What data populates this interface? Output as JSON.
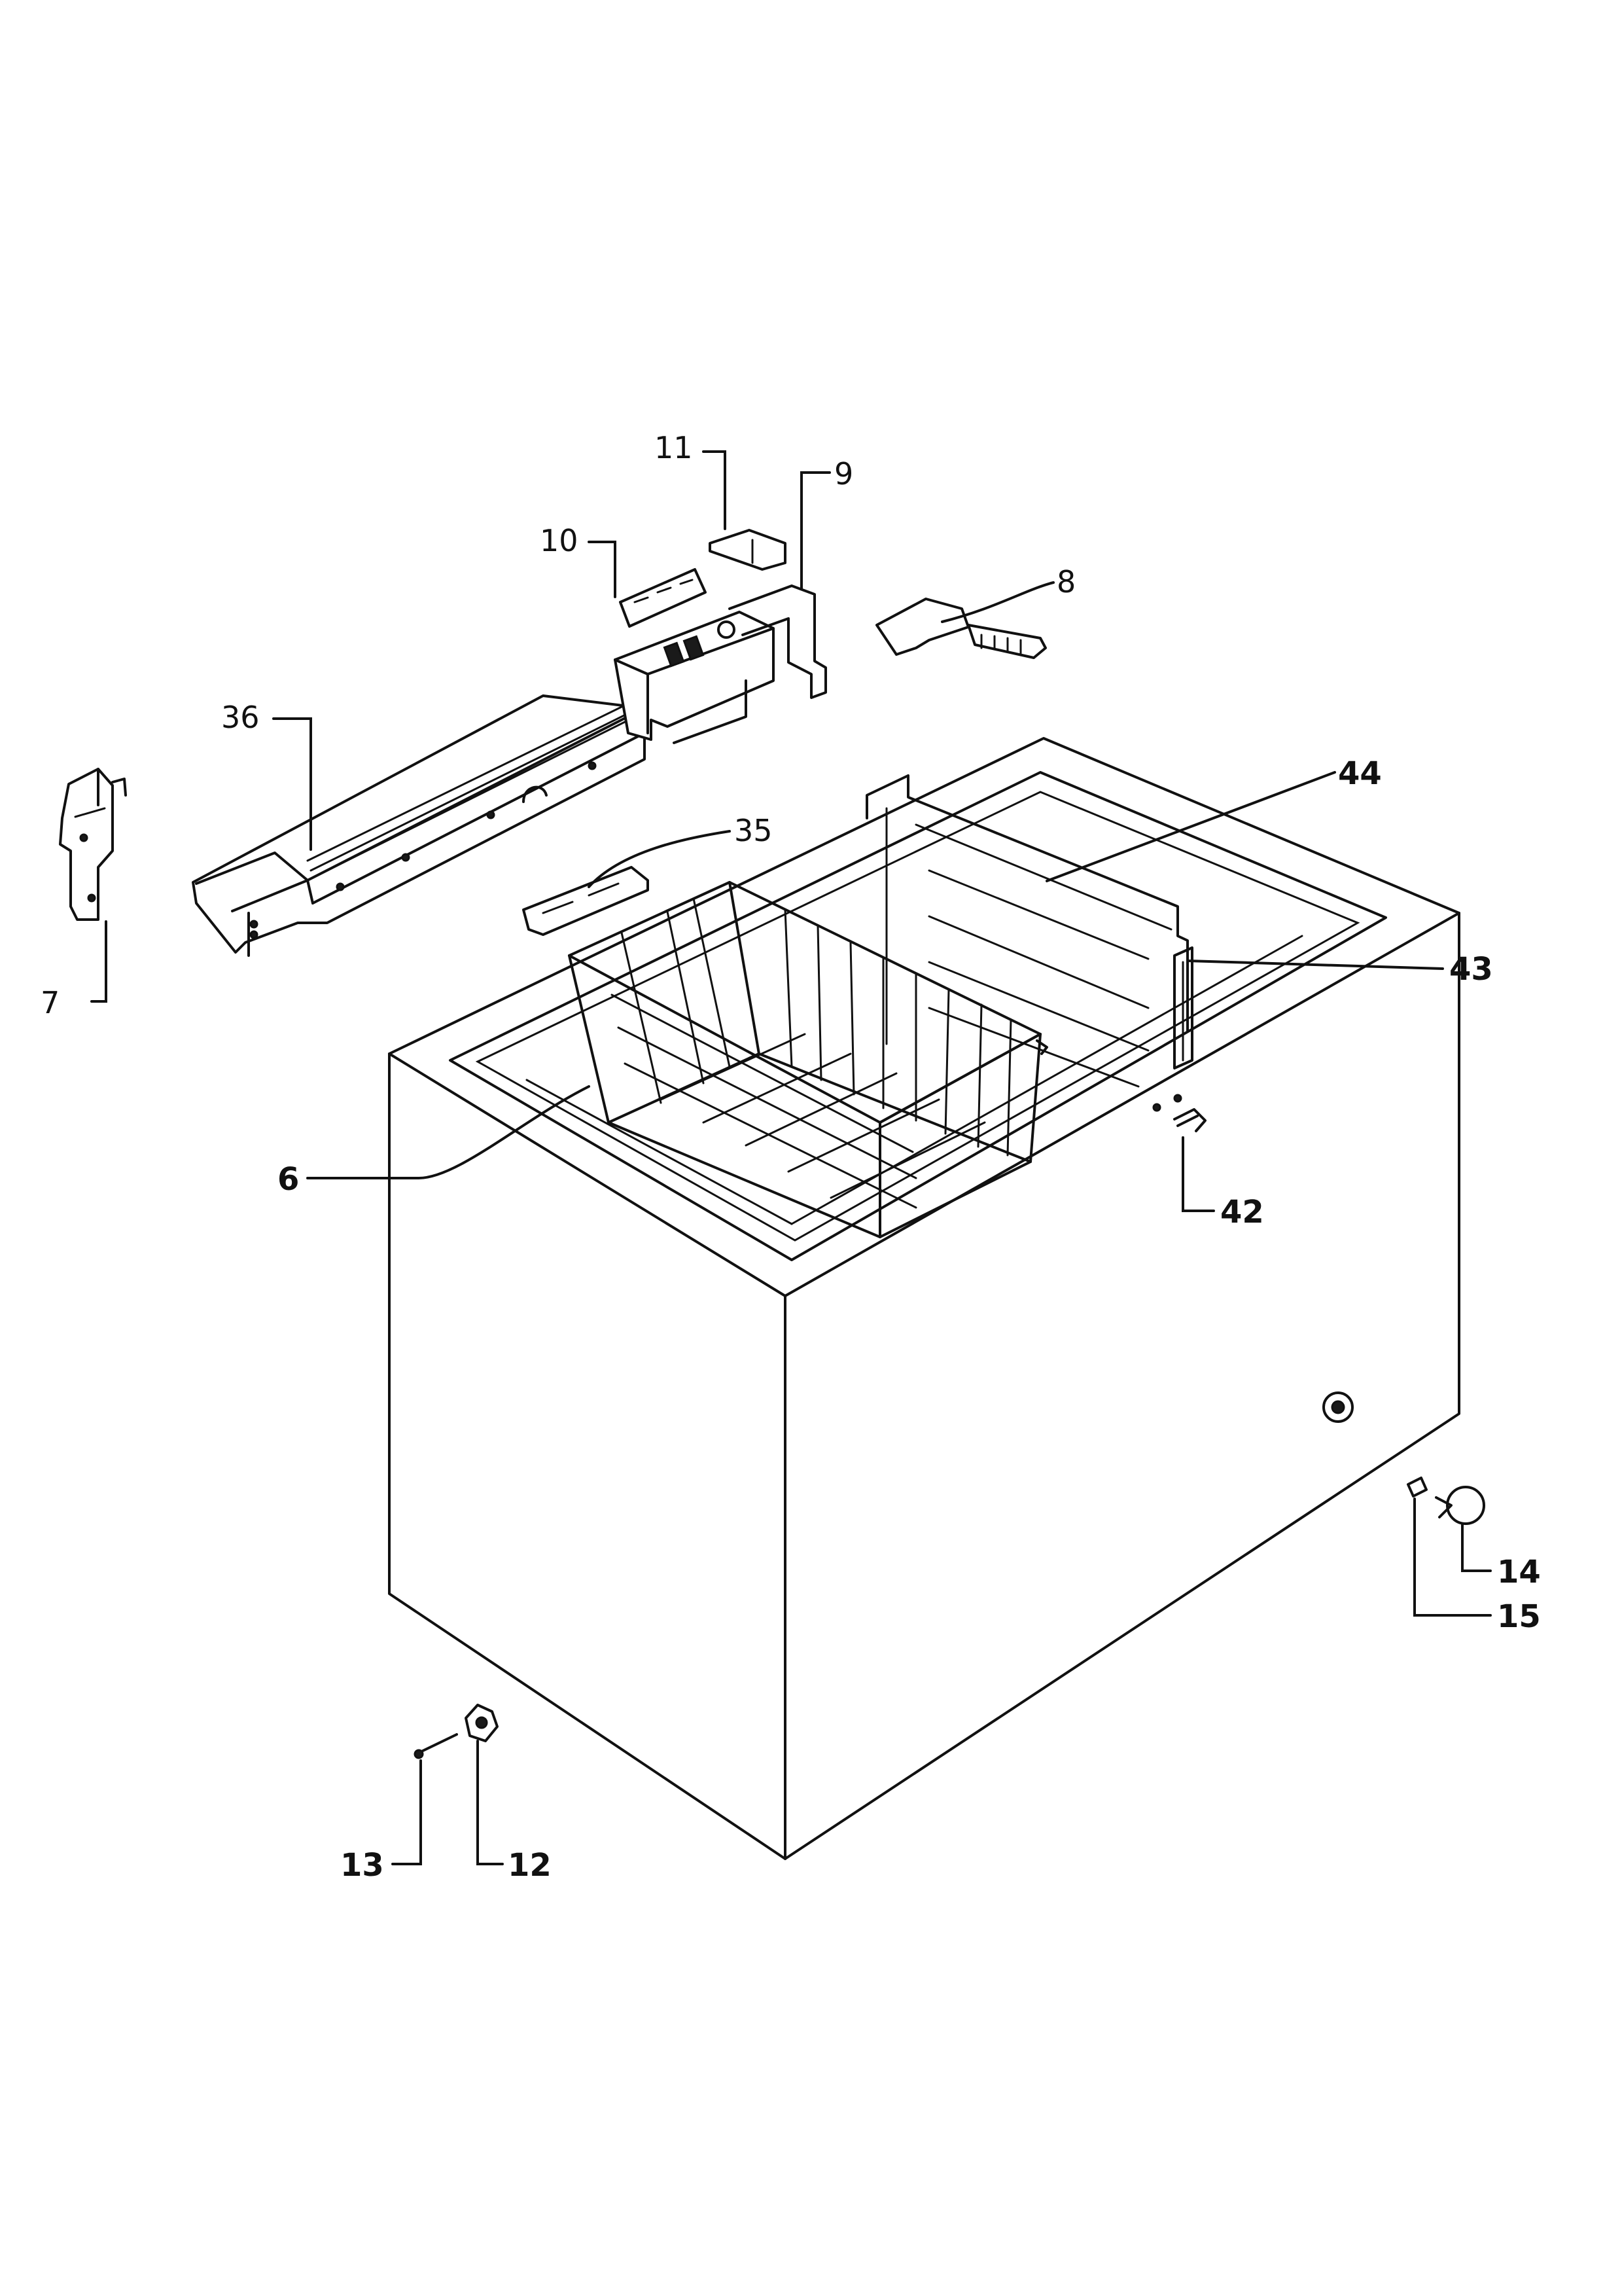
{
  "colors": {
    "ink": "#111111",
    "paper": "#ffffff"
  },
  "callouts": {
    "c6": "6",
    "c7": "7",
    "c8": "8",
    "c9": "9",
    "c10": "10",
    "c11": "11",
    "c12": "12",
    "c13": "13",
    "c14": "14",
    "c15": "15",
    "c35": "35",
    "c36": "36",
    "c42": "42",
    "c43": "43",
    "c44": "44"
  }
}
